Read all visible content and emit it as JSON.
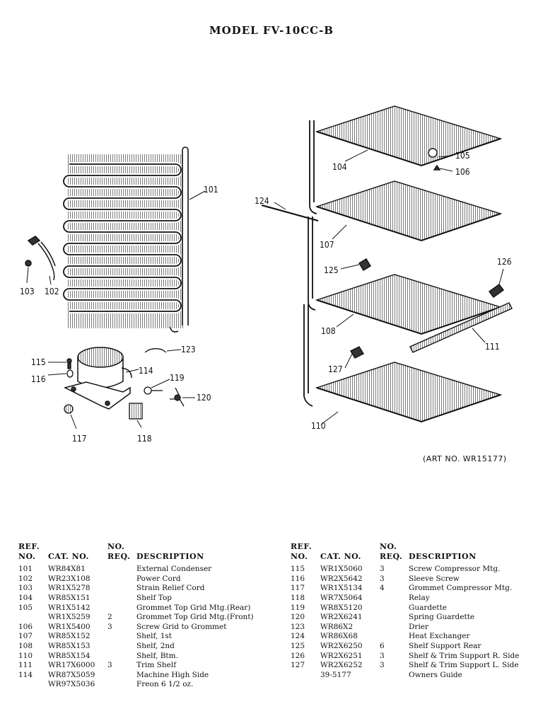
{
  "title": "MODEL FV-10CC-B",
  "art_no": "(ART NO. WR15177)",
  "callouts": {
    "c101": "101",
    "c102": "102",
    "c103": "103",
    "c104": "104",
    "c105": "105",
    "c106": "106",
    "c107": "107",
    "c108": "108",
    "c110": "110",
    "c111": "111",
    "c114": "114",
    "c115": "115",
    "c116": "116",
    "c117": "117",
    "c118": "118",
    "c119": "119",
    "c120": "120",
    "c123": "123",
    "c124": "124",
    "c125": "125",
    "c126": "126",
    "c127": "127"
  },
  "headers": {
    "ref_1": "REF.",
    "ref_2": "NO.",
    "cat": "CAT. NO.",
    "no_1": "NO.",
    "no_2": "REQ.",
    "desc": "DESCRIPTION"
  },
  "left_rows": [
    {
      "ref": "101",
      "cat": "WR84X81",
      "req": "",
      "desc": "External Condenser"
    },
    {
      "ref": "102",
      "cat": "WR23X108",
      "req": "",
      "desc": "Power Cord"
    },
    {
      "ref": "103",
      "cat": "WR1X5278",
      "req": "",
      "desc": "Strain Relief Cord"
    },
    {
      "ref": "104",
      "cat": "WR85X151",
      "req": "",
      "desc": "Shelf Top"
    },
    {
      "ref": "105",
      "cat": "WR1X5142",
      "req": "",
      "desc": "Grommet Top Grid Mtg.(Rear)"
    },
    {
      "ref": "",
      "cat": "WR1X5259",
      "req": "2",
      "desc": "Grommet Top Grid Mtg.(Front)"
    },
    {
      "ref": "106",
      "cat": "WR1X5400",
      "req": "3",
      "desc": "Screw Grid to Grommet"
    },
    {
      "ref": "107",
      "cat": "WR85X152",
      "req": "",
      "desc": "Shelf, 1st"
    },
    {
      "ref": "108",
      "cat": "WR85X153",
      "req": "",
      "desc": "Shelf, 2nd"
    },
    {
      "ref": "110",
      "cat": "WR85X154",
      "req": "",
      "desc": "Shelf, Btm."
    },
    {
      "ref": "111",
      "cat": "WR17X6000",
      "req": "3",
      "desc": "Trim Shelf"
    },
    {
      "ref": "114",
      "cat": "WR87X5059",
      "req": "",
      "desc": "Machine High Side"
    },
    {
      "ref": "",
      "cat": "WR97X5036",
      "req": "",
      "desc": "Freon 6 1/2 oz."
    }
  ],
  "right_rows": [
    {
      "ref": "115",
      "cat": "WR1X5060",
      "req": "3",
      "desc": "Screw Compressor Mtg."
    },
    {
      "ref": "116",
      "cat": "WR2X5642",
      "req": "3",
      "desc": "Sleeve Screw"
    },
    {
      "ref": "117",
      "cat": "WR1X5134",
      "req": "4",
      "desc": "Grommet Compressor Mtg."
    },
    {
      "ref": "118",
      "cat": "WR7X5064",
      "req": "",
      "desc": "Relay"
    },
    {
      "ref": "119",
      "cat": "WR8X5120",
      "req": "",
      "desc": "Guardette"
    },
    {
      "ref": "120",
      "cat": "WR2X6241",
      "req": "",
      "desc": "Spring Guardette"
    },
    {
      "ref": "123",
      "cat": "WR86X2",
      "req": "",
      "desc": "Drier"
    },
    {
      "ref": "124",
      "cat": "WR86X68",
      "req": "",
      "desc": "Heat Exchanger"
    },
    {
      "ref": "125",
      "cat": "WR2X6250",
      "req": "6",
      "desc": "Shelf Support Rear"
    },
    {
      "ref": "126",
      "cat": "WR2X6251",
      "req": "3",
      "desc": "Shelf & Trim Support R. Side"
    },
    {
      "ref": "127",
      "cat": "WR2X6252",
      "req": "3",
      "desc": "Shelf & Trim Support L. Side"
    },
    {
      "ref": "",
      "cat": "39-5177",
      "req": "",
      "desc": "Owners Guide"
    }
  ]
}
